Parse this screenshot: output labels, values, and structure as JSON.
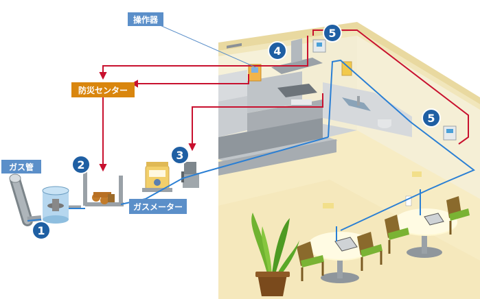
{
  "labels": {
    "controller": "操作器",
    "disaster_center": "防災センター",
    "gas_pipe": "ガス管",
    "gas_meter": "ガスメーター"
  },
  "markers": [
    "1",
    "2",
    "3",
    "4",
    "5",
    "5"
  ],
  "colors": {
    "blue_label": "#5b8fc9",
    "orange_label": "#d9860e",
    "marker_blue": "#1f5fa3",
    "signal_red": "#c8102e",
    "gas_line_blue": "#2a7fd4",
    "floor": "#f6ecc8",
    "wall": "#f7f2dc"
  }
}
